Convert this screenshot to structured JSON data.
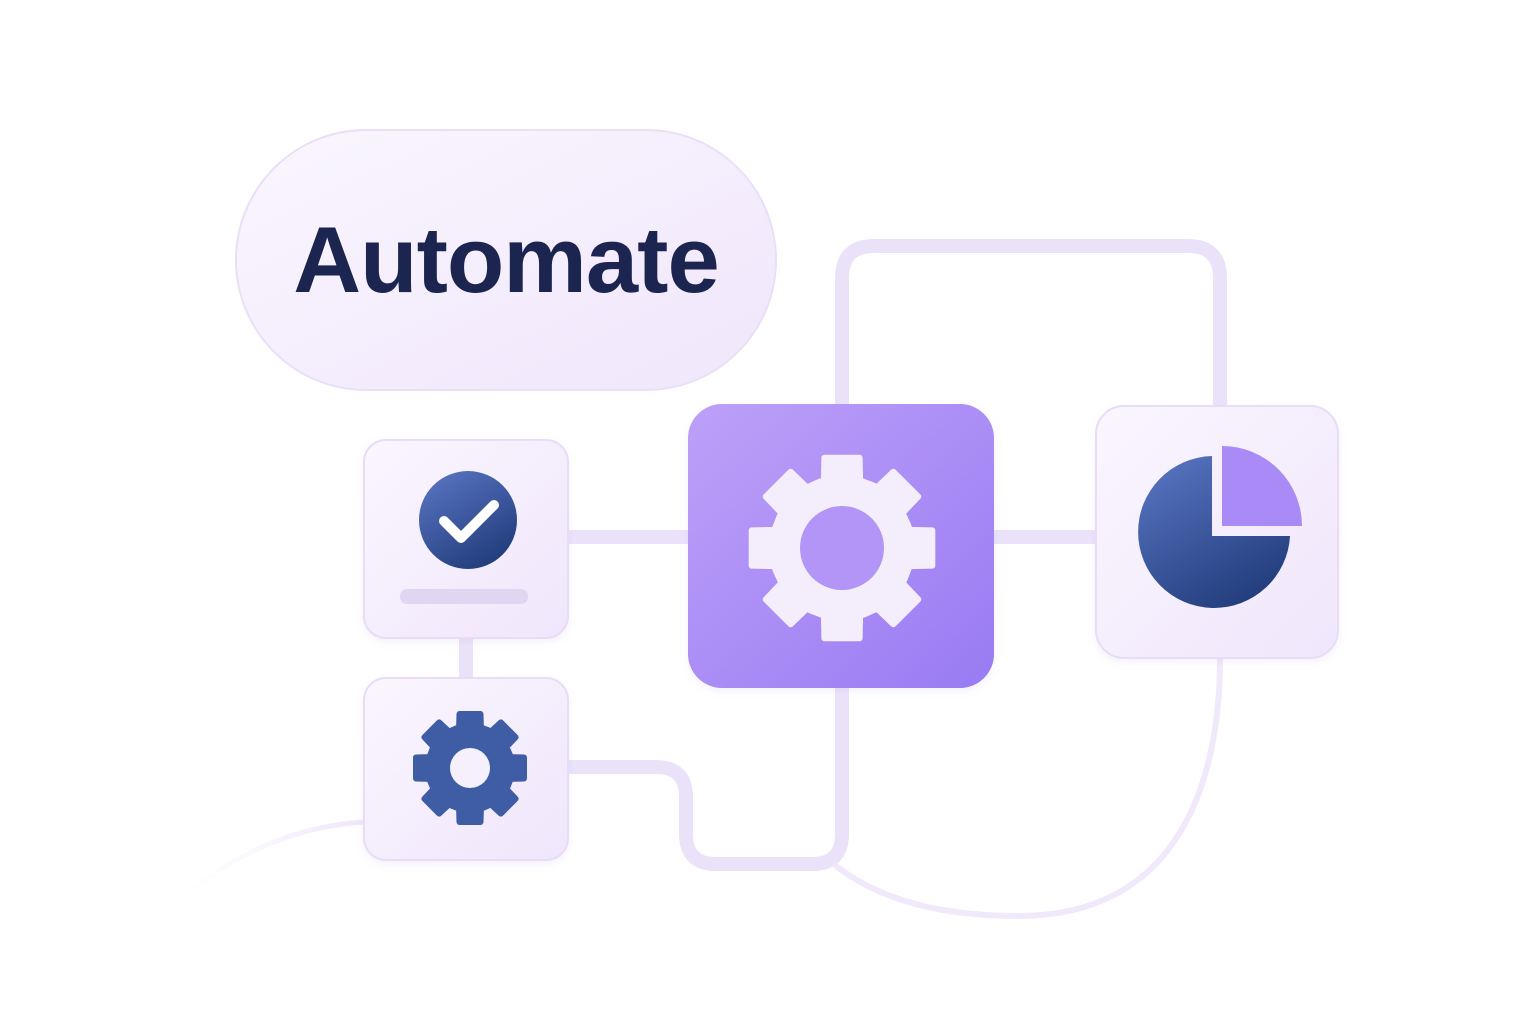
{
  "title": {
    "text": "Automate",
    "color": "#1c2550"
  },
  "colors": {
    "connector": "#ece4fa",
    "connector_soft": "#f3eafb",
    "tile_fill_start": "#f9f5fe",
    "tile_fill_end": "#f1e8fc",
    "tile_stroke": "#e8dcf7",
    "accent_start": "#bb9cf8",
    "accent_end": "#9b7ef4",
    "icon_dark_start": "#5a75c4",
    "icon_dark_end": "#24407f",
    "icon_light": "#f4eefc",
    "pie_slice": "#a889f6",
    "text_bar": "#e2d7f2"
  },
  "nodes": [
    {
      "id": "checklist",
      "icon": "check-circle-icon",
      "role": "task-complete"
    },
    {
      "id": "engine",
      "icon": "gear-icon",
      "role": "central-process"
    },
    {
      "id": "report",
      "icon": "pie-chart-icon",
      "role": "analytics"
    },
    {
      "id": "settings",
      "icon": "gear-icon",
      "role": "settings"
    }
  ]
}
